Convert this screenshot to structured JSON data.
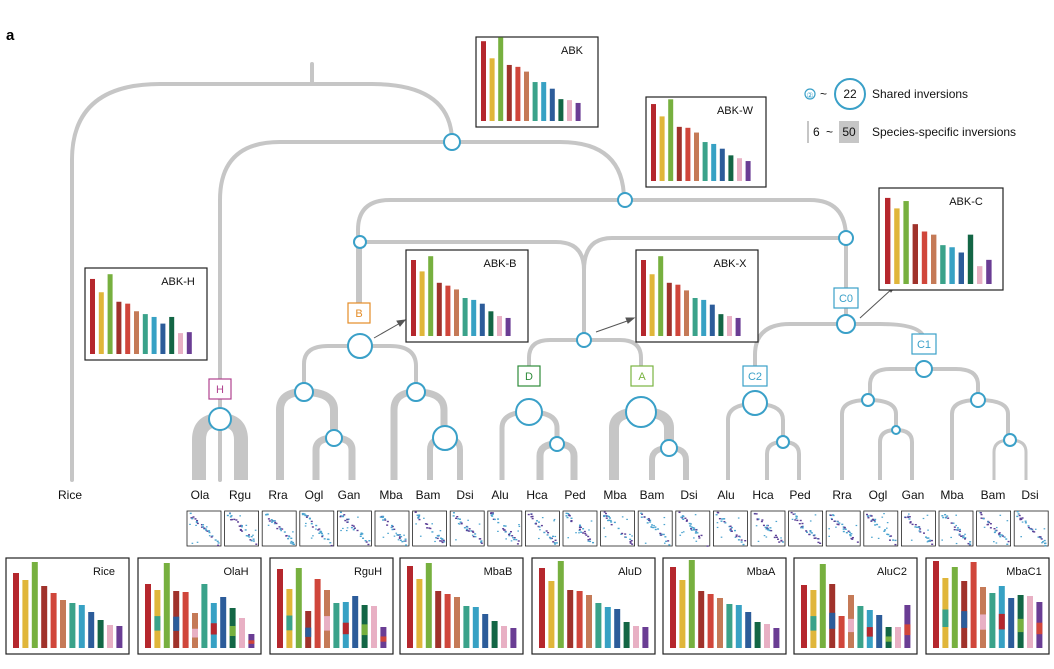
{
  "panel_label": "a",
  "legend": {
    "shared_min": "②",
    "shared_max": "22",
    "shared_tilde": "~",
    "shared_text": "Shared inversions",
    "specific_min": "6",
    "specific_tilde": "~",
    "specific_max": "50",
    "specific_text": "Species-specific inversions"
  },
  "node_labels": {
    "H": "H",
    "B": "B",
    "D": "D",
    "A": "A",
    "C0": "C0",
    "C1": "C1",
    "C2": "C2"
  },
  "leaf_labels": [
    "Rice",
    "Ola",
    "Rgu",
    "Rra",
    "Ogl",
    "Gan",
    "Mba",
    "Bam",
    "Dsi",
    "Alu",
    "Hca",
    "Ped",
    "Mba",
    "Bam",
    "Dsi",
    "Alu",
    "Hca",
    "Ped",
    "Rra",
    "Ogl",
    "Gan",
    "Mba",
    "Bam",
    "Dsi"
  ],
  "karyotype_colors": [
    "#b5272d",
    "#e0b63a",
    "#77b03f",
    "#a0322b",
    "#d0463b",
    "#c57a57",
    "#3aa28a",
    "#37a1c4",
    "#2c5c9a",
    "#136645",
    "#e8b0c4",
    "#6a3d94"
  ],
  "ancestral_boxes": [
    {
      "name": "ABK",
      "label": "ABK",
      "heights": [
        84,
        66,
        88,
        59,
        57,
        52,
        41,
        41,
        34,
        23,
        22,
        19
      ]
    },
    {
      "name": "ABK-W",
      "label": "ABK-W",
      "heights": [
        81,
        68,
        86,
        57,
        56,
        51,
        41,
        39,
        34,
        27,
        24,
        21
      ]
    },
    {
      "name": "ABK-C",
      "label": "ABK-C",
      "heights": [
        82,
        72,
        79,
        57,
        50,
        47,
        37,
        35,
        30,
        47,
        17,
        23
      ]
    },
    {
      "name": "ABK-H",
      "label": "ABK-H",
      "heights": [
        79,
        65,
        84,
        55,
        53,
        45,
        42,
        39,
        32,
        39,
        22,
        23
      ]
    },
    {
      "name": "ABK-B",
      "label": "ABK-B",
      "heights": [
        80,
        68,
        84,
        56,
        53,
        49,
        40,
        38,
        34,
        26,
        21,
        19
      ]
    },
    {
      "name": "ABK-X",
      "label": "ABK-X",
      "heights": [
        80,
        65,
        84,
        56,
        54,
        48,
        40,
        38,
        33,
        23,
        21,
        19
      ]
    }
  ],
  "species_boxes": [
    {
      "name": "Rice",
      "label": "Rice",
      "heights": [
        75,
        68,
        86,
        62,
        55,
        48,
        45,
        43,
        36,
        28,
        23,
        22
      ]
    },
    {
      "name": "OlaH",
      "label": "OlaH",
      "heights": [
        64,
        58,
        85,
        57,
        56,
        35,
        64,
        45,
        51,
        40,
        30,
        14
      ]
    },
    {
      "name": "RguH",
      "label": "RguH",
      "heights": [
        79,
        59,
        80,
        37,
        69,
        58,
        45,
        46,
        52,
        43,
        42,
        21
      ]
    },
    {
      "name": "MbaB",
      "label": "MbaB",
      "heights": [
        82,
        69,
        85,
        57,
        54,
        51,
        42,
        41,
        34,
        27,
        22,
        20
      ]
    },
    {
      "name": "AluD",
      "label": "AluD",
      "heights": [
        80,
        67,
        87,
        58,
        57,
        53,
        45,
        41,
        39,
        26,
        22,
        21
      ]
    },
    {
      "name": "MbaA",
      "label": "MbaA",
      "heights": [
        81,
        68,
        88,
        57,
        54,
        50,
        44,
        43,
        36,
        26,
        24,
        20
      ]
    },
    {
      "name": "AluC2",
      "label": "AluC2",
      "heights": [
        63,
        58,
        84,
        64,
        32,
        53,
        42,
        38,
        33,
        21,
        21,
        43
      ]
    },
    {
      "name": "MbaC1",
      "label": "MbaC1",
      "heights": [
        87,
        70,
        81,
        67,
        86,
        61,
        55,
        62,
        50,
        53,
        52,
        46
      ]
    }
  ],
  "species_box_stripes": {
    "OlaH": true,
    "RguH": true,
    "AluC2": true,
    "MbaC1": true
  }
}
